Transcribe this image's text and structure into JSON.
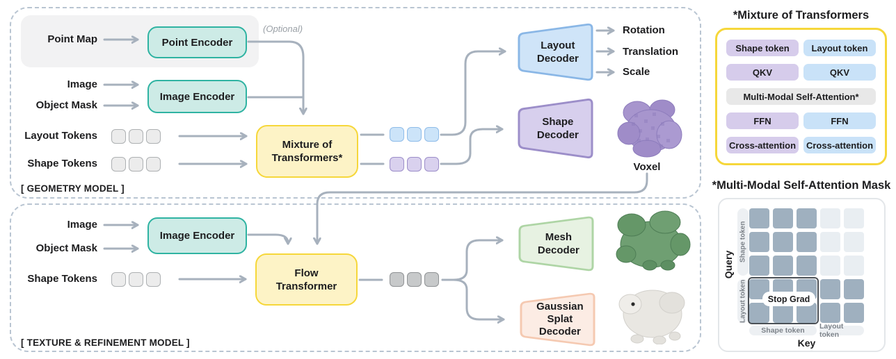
{
  "geometry": {
    "section_label": "[ GEOMETRY MODEL ]",
    "optional": "(Optional)",
    "labels": {
      "point_map": "Point Map",
      "image": "Image",
      "object_mask": "Object Mask",
      "layout_tokens": "Layout Tokens",
      "shape_tokens": "Shape Tokens",
      "rotation": "Rotation",
      "translation": "Translation",
      "scale": "Scale",
      "voxel": "Voxel"
    },
    "blocks": {
      "point_encoder": "Point Encoder",
      "image_encoder": "Image Encoder",
      "mixture_of_transformers": "Mixture of\nTransformers*",
      "layout_decoder": "Layout\nDecoder",
      "shape_decoder": "Shape\nDecoder"
    }
  },
  "texture": {
    "section_label": "[ TEXTURE & REFINEMENT MODEL ]",
    "labels": {
      "image": "Image",
      "object_mask": "Object Mask",
      "shape_tokens": "Shape Tokens"
    },
    "blocks": {
      "image_encoder": "Image Encoder",
      "flow_transformer": "Flow\nTransformer",
      "mesh_decoder": "Mesh\nDecoder",
      "gaussian_splat_decoder": "Gaussian\nSplat\nDecoder"
    }
  },
  "mot_panel": {
    "title": "*Mixture of Transformers",
    "rows": [
      {
        "left": "Shape token",
        "right": "Layout token"
      },
      {
        "left": "QKV",
        "right": "QKV"
      },
      {
        "full": "Multi-Modal Self-Attention*"
      },
      {
        "left": "FFN",
        "right": "FFN"
      },
      {
        "left": "Cross-attention",
        "right": "Cross-attention"
      }
    ]
  },
  "mask_panel": {
    "title": "*Multi-Modal Self-Attention Mask",
    "query_label": "Query",
    "key_label": "Key",
    "row_groups": [
      "Shape token",
      "Layout token"
    ],
    "col_groups": [
      "Shape token",
      "Layout token"
    ],
    "stop_grad": "Stop Grad",
    "grid": {
      "rows": 5,
      "cols": 5,
      "pattern": [
        [
          1,
          1,
          1,
          0,
          0
        ],
        [
          1,
          1,
          1,
          0,
          0
        ],
        [
          1,
          1,
          1,
          0,
          0
        ],
        [
          1,
          1,
          1,
          1,
          1
        ],
        [
          1,
          1,
          1,
          1,
          1
        ]
      ]
    }
  },
  "colors": {
    "arrow": "#a7b1bd",
    "teal_fill": "#cdebe6",
    "teal_border": "#2fb3a2",
    "yellow_fill": "#fdf3c6",
    "yellow_border": "#f6d73a",
    "blue_fill": "#cfe4f8",
    "blue_border": "#8ab7e6",
    "purple_fill": "#d7cfed",
    "purple_border": "#9c8ec9",
    "green_fill": "#e7f2e2",
    "green_border": "#aed5a5",
    "peach_fill": "#fcece4",
    "peach_border": "#f5c9b1",
    "mask_dark_cell": "#9fb0bf",
    "mask_light_cell": "#e9eef2"
  }
}
